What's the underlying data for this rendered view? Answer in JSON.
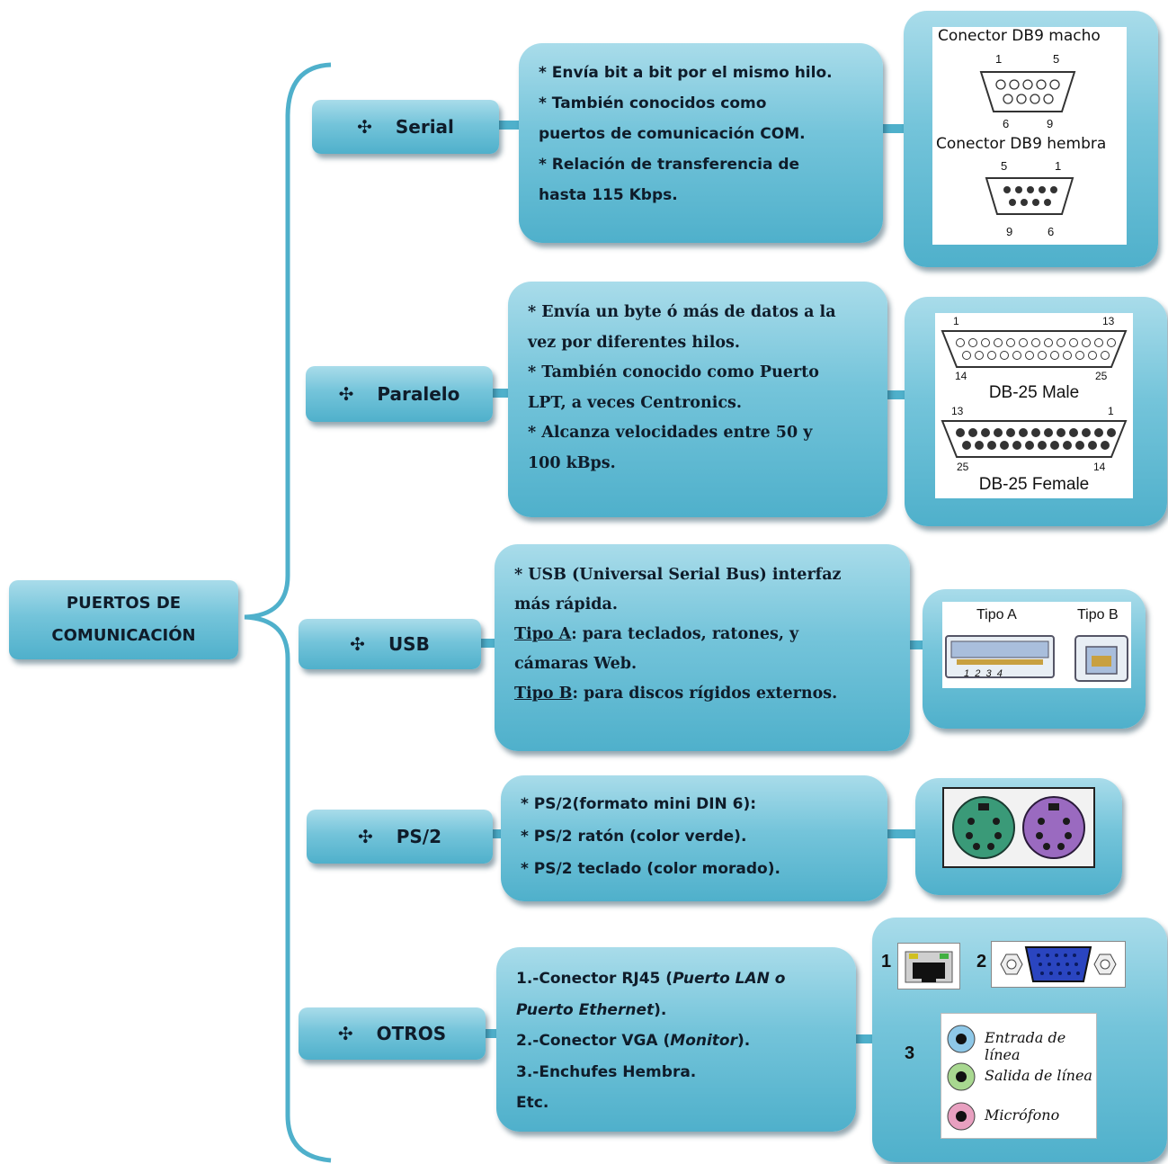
{
  "root": {
    "line1": "PUERTOS DE",
    "line2": "COMUNICACIÓN"
  },
  "categories": {
    "serial": {
      "icon": "✣",
      "label": "Serial"
    },
    "paralelo": {
      "icon": "✣",
      "label": "Paralelo"
    },
    "usb": {
      "icon": "✣",
      "label": "USB"
    },
    "ps2": {
      "icon": "✣",
      "label": "PS/2"
    },
    "otros": {
      "icon": "✣",
      "label": "OTROS"
    }
  },
  "serial": {
    "lines": [
      "* Envía bit a bit por el mismo hilo.",
      "* También conocidos como",
      "puertos de comunicación COM.",
      "* Relación de transferencia de",
      "hasta 115 Kbps."
    ],
    "img": {
      "male_title": "Conector DB9 macho",
      "male_pins": [
        "1",
        "5",
        "6",
        "9"
      ],
      "female_title": "Conector DB9 hembra",
      "female_pins": [
        "5",
        "1",
        "9",
        "6"
      ]
    }
  },
  "paralelo": {
    "lines": [
      "* Envía un byte ó más de datos a la",
      "vez por diferentes hilos.",
      "* También conocido como Puerto",
      "LPT, a veces Centronics.",
      "* Alcanza velocidades entre 50 y",
      "100 kBps."
    ],
    "img": {
      "male_pins": [
        "1",
        "13",
        "14",
        "25"
      ],
      "male_label": "DB-25 Male",
      "female_pins": [
        "13",
        "1",
        "25",
        "14"
      ],
      "female_label": "DB-25 Female"
    }
  },
  "usb": {
    "line1": "* USB (Universal Serial Bus) interfaz",
    "line2": "más rápida.",
    "tipoA_title": "Tipo A",
    "tipoA_text": ": para teclados, ratones, y",
    "line4": "cámaras Web.",
    "tipoB_title": "Tipo B",
    "tipoB_text": ": para discos rígidos externos.",
    "img": {
      "a_label": "Tipo A",
      "b_label": "Tipo B",
      "a_pins": "1  2  3  4"
    }
  },
  "ps2": {
    "lines": [
      "* PS/2(formato mini DIN 6):",
      "* PS/2 ratón (color verde).",
      "* PS/2 teclado (color morado)."
    ]
  },
  "otros": {
    "l1a": "1.-Conector RJ45 (",
    "l1b": "Puerto LAN o",
    "l2a": "Puerto Ethernet",
    "l2b": ").",
    "l3a": "2.-Conector VGA (",
    "l3b": "Monitor",
    "l3c": ").",
    "l4": "3.-Enchufes Hembra.",
    "l5": "Etc.",
    "img": {
      "n1": "1",
      "n2": "2",
      "n3": "3",
      "audio": [
        "Entrada de línea",
        "Salida de línea",
        "Micrófono"
      ]
    }
  },
  "colors": {
    "box": "#6cc0d8",
    "mouse": "#3a9a78",
    "keyboard": "#9a6ac0",
    "vga": "#2a45c0"
  }
}
